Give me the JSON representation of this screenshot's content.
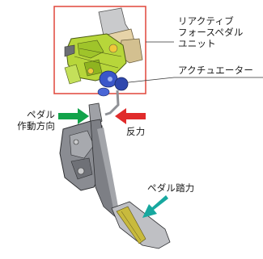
{
  "labels": {
    "unit": [
      "リアクティブ",
      "フォースペダル",
      "ユニット"
    ],
    "actuator": "アクチュエーター",
    "pedal_direction": [
      "ペダル",
      "作動方向"
    ],
    "reaction_force": "反力",
    "pedal_force": "ペダル踏力"
  },
  "colors": {
    "highlight_box": "#e0463a",
    "green_arrow": "#12a34a",
    "red_arrow": "#e02b2b",
    "teal_arrow": "#17a89f",
    "unit_body": "#b7d63a",
    "actuator_body": "#3a56c9",
    "pedal_body": "#8a8c92",
    "pedal_pad": "#c8ba3d"
  }
}
